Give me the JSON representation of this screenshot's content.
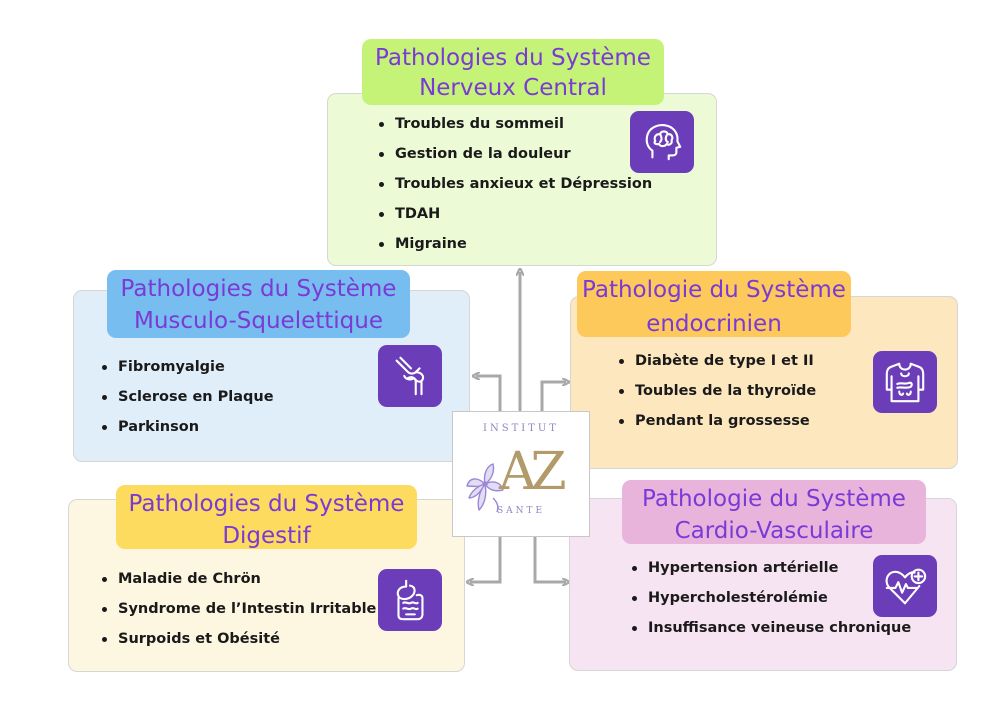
{
  "colors": {
    "accent_purple": "#6b3db8",
    "title_text": "#7a3ad6",
    "connector_gray": "#a8a8a8",
    "logo_gold": "#b39a6a",
    "logo_purple": "#9b87d6"
  },
  "logo": {
    "top_text": "INSTITUT",
    "letters": "AZ",
    "bottom_text": "SANTE"
  },
  "sections": {
    "nervous": {
      "title_line1": "Pathologies du Système",
      "title_line2": "Nerveux Central",
      "icon": "brain-head-icon",
      "title_bg": "#c4f377",
      "panel_bg": "#ecfbd6",
      "items": [
        "Troubles du sommeil",
        "Gestion de la douleur",
        "Troubles anxieux et Dépression",
        "TDAH",
        "Migraine"
      ]
    },
    "musculo": {
      "title_line1": "Pathologies du Système",
      "title_line2": "Musculo-Squelettique",
      "icon": "knee-joint-icon",
      "title_bg": "#78bdf0",
      "panel_bg": "#dfeef9",
      "items": [
        "Fibromyalgie",
        "Sclerose en Plaque",
        "Parkinson"
      ]
    },
    "endocrine": {
      "title_line1": "Pathologie du Système",
      "title_line2": "endocrinien",
      "icon": "body-glands-icon",
      "title_bg": "#fdc95a",
      "panel_bg": "#fde7bf",
      "items": [
        "Diabète de type I et II",
        "Toubles de la thyroïde",
        "Pendant la grossesse"
      ]
    },
    "digestive": {
      "title_line1": "Pathologies du Système",
      "title_line2": "Digestif",
      "icon": "digestive-system-icon",
      "title_bg": "#fddb5e",
      "panel_bg": "#fdf6e0",
      "items": [
        "Maladie de Chrön",
        "Syndrome de l’Intestin Irritable",
        "Surpoids et Obésité"
      ]
    },
    "cardio": {
      "title_line1": "Pathologie du Système",
      "title_line2": "Cardio-Vasculaire",
      "icon": "heart-pulse-icon",
      "title_bg": "#e8b4dc",
      "panel_bg": "#f6e4f3",
      "items": [
        "Hypertension artérielle",
        "Hypercholestérolémie",
        "Insuffisance veineuse chronique"
      ]
    }
  }
}
